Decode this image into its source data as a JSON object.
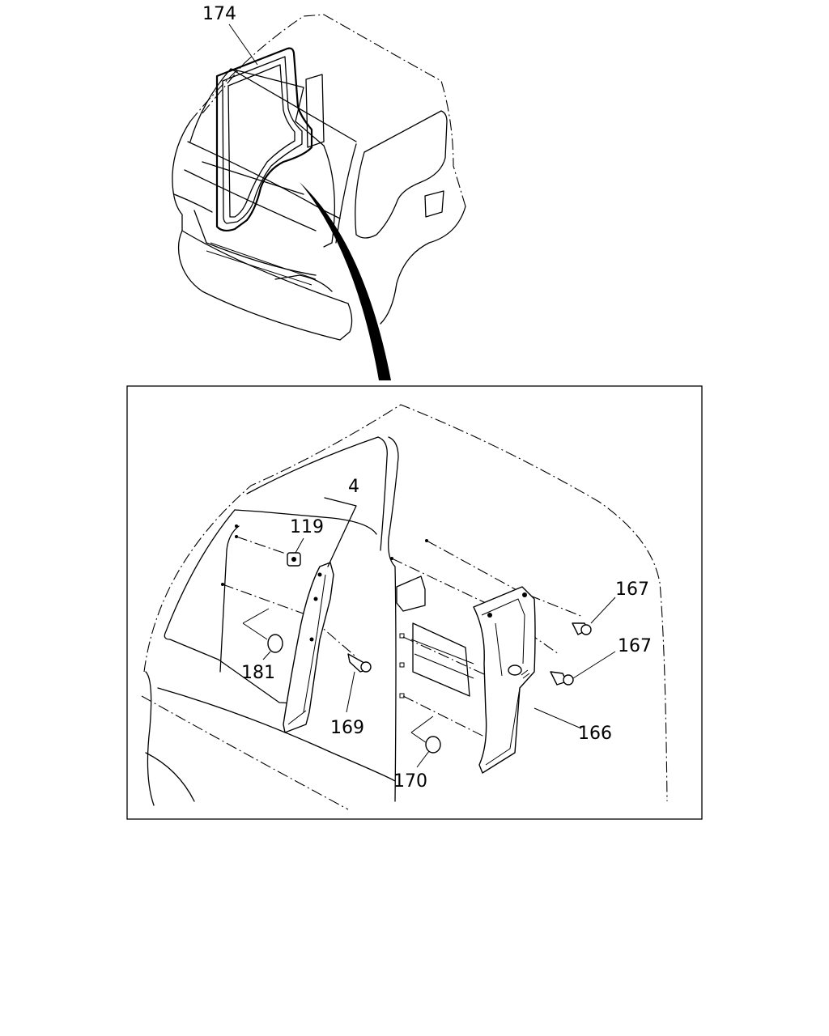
{
  "callouts": {
    "c174": "174",
    "c4": "4",
    "c119": "119",
    "c181": "181",
    "c169": "169",
    "c170": "170",
    "c167a": "167",
    "c167b": "167",
    "c166": "166"
  }
}
